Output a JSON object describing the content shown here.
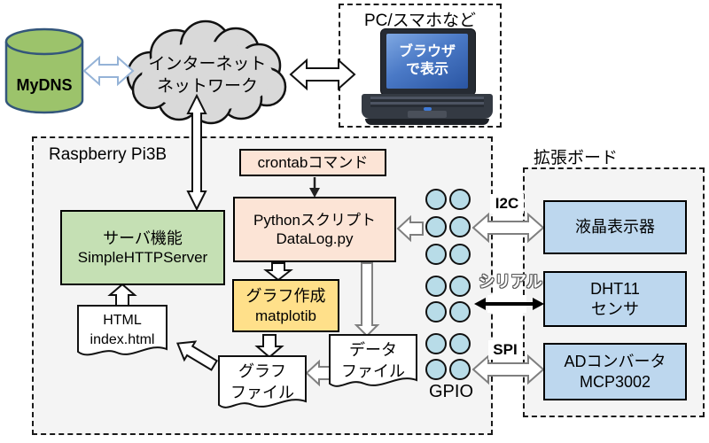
{
  "mydns": {
    "label": "MyDNS"
  },
  "internet_cloud": {
    "line1": "インターネット",
    "line2": "ネットワーク"
  },
  "pc_box": {
    "title": "PC/スマホなど",
    "browser": {
      "line1": "ブラウザ",
      "line2": "で表示"
    }
  },
  "raspi": {
    "title": "Raspberry Pi3B",
    "crontab": {
      "label": "crontabコマンド"
    },
    "python": {
      "line1": "Pythonスクリプト",
      "line2": "DataLog.py"
    },
    "server": {
      "line1": "サーバ機能",
      "line2": "SimpleHTTPServer"
    },
    "graph_tool": {
      "line1": "グラフ作成",
      "line2": "matplotib"
    },
    "html_doc": {
      "line1": "HTML",
      "line2": "index.html"
    },
    "graph_file": {
      "line1": "グラフ",
      "line2": "ファイル"
    },
    "data_file": {
      "line1": "データ",
      "line2": "ファイル"
    },
    "gpio": {
      "label": "GPIO"
    }
  },
  "buses": {
    "i2c": "I2C",
    "serial": "シリアル",
    "spi": "SPI"
  },
  "expansion": {
    "title": "拡張ボード",
    "devices": [
      {
        "lines": [
          "液晶表示器"
        ]
      },
      {
        "lines": [
          "DHT11",
          "センサ"
        ]
      },
      {
        "lines": [
          "ADコンバータ",
          "MCP3002"
        ]
      }
    ]
  },
  "colors": {
    "panel_gray": "#F4F4F4",
    "cloud_gray": "#D9D9D9",
    "cylinder_green": "#9CC36B",
    "server_green": "#C5E0B4",
    "process_peach": "#FCE4D6",
    "graph_yellow": "#FFE08A",
    "device_blue": "#BDD7EE",
    "gpio_pin_blue": "#B8DCE8",
    "laptop_screen_blue": "#3A67B5",
    "arrow_blue_outline": "#95B3D7",
    "arrow_gray_outline": "#7F7F7F"
  }
}
